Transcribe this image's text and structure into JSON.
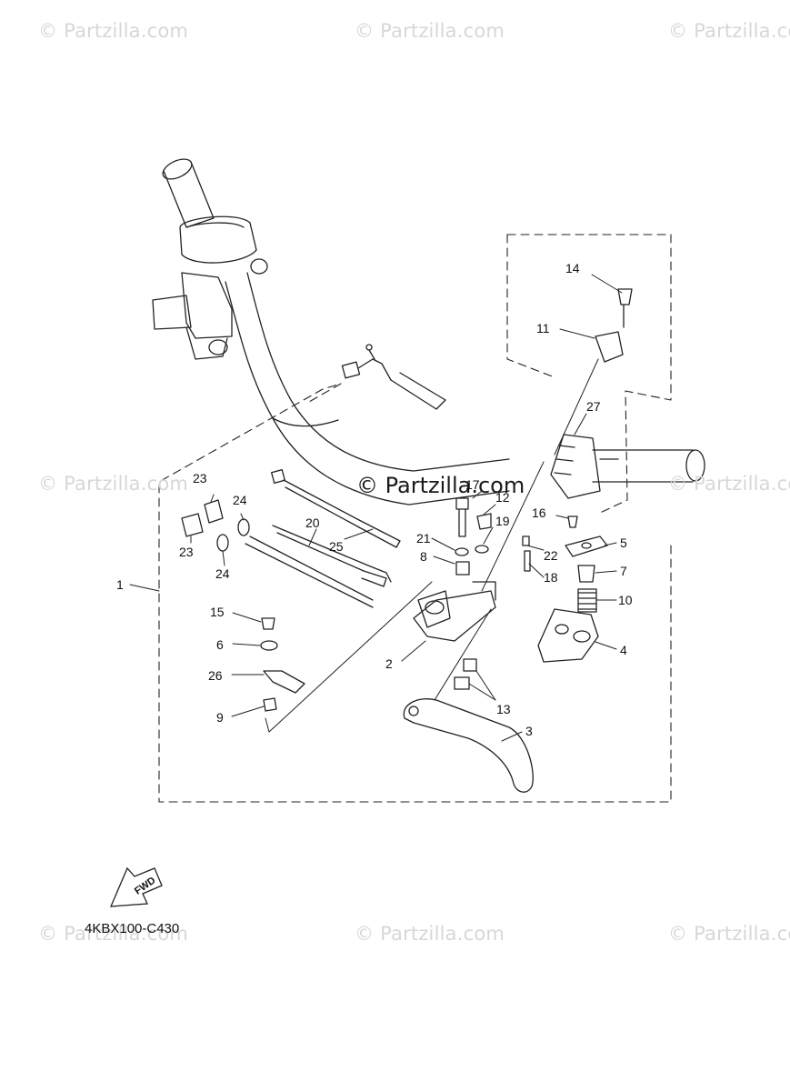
{
  "watermark_text": "© Partzilla.com",
  "center_watermark_text": "© Partzilla.com",
  "diagram_code": "4KBX100-C430",
  "fwd_label": "FWD",
  "callouts": [
    {
      "id": "c1",
      "label": "1"
    },
    {
      "id": "c2",
      "label": "2"
    },
    {
      "id": "c3",
      "label": "3"
    },
    {
      "id": "c4",
      "label": "4"
    },
    {
      "id": "c5",
      "label": "5"
    },
    {
      "id": "c6",
      "label": "6"
    },
    {
      "id": "c7",
      "label": "7"
    },
    {
      "id": "c8",
      "label": "8"
    },
    {
      "id": "c9",
      "label": "9"
    },
    {
      "id": "c10",
      "label": "10"
    },
    {
      "id": "c11",
      "label": "11"
    },
    {
      "id": "c12",
      "label": "12"
    },
    {
      "id": "c13",
      "label": "13"
    },
    {
      "id": "c14",
      "label": "14"
    },
    {
      "id": "c15",
      "label": "15"
    },
    {
      "id": "c16",
      "label": "16"
    },
    {
      "id": "c17",
      "label": "17"
    },
    {
      "id": "c18",
      "label": "18"
    },
    {
      "id": "c19",
      "label": "19"
    },
    {
      "id": "c20",
      "label": "20"
    },
    {
      "id": "c21",
      "label": "21"
    },
    {
      "id": "c22",
      "label": "22"
    },
    {
      "id": "c23a",
      "label": "23"
    },
    {
      "id": "c23b",
      "label": "23"
    },
    {
      "id": "c24a",
      "label": "24"
    },
    {
      "id": "c24b",
      "label": "24"
    },
    {
      "id": "c25",
      "label": "25"
    },
    {
      "id": "c26",
      "label": "26"
    },
    {
      "id": "c27",
      "label": "27"
    }
  ]
}
